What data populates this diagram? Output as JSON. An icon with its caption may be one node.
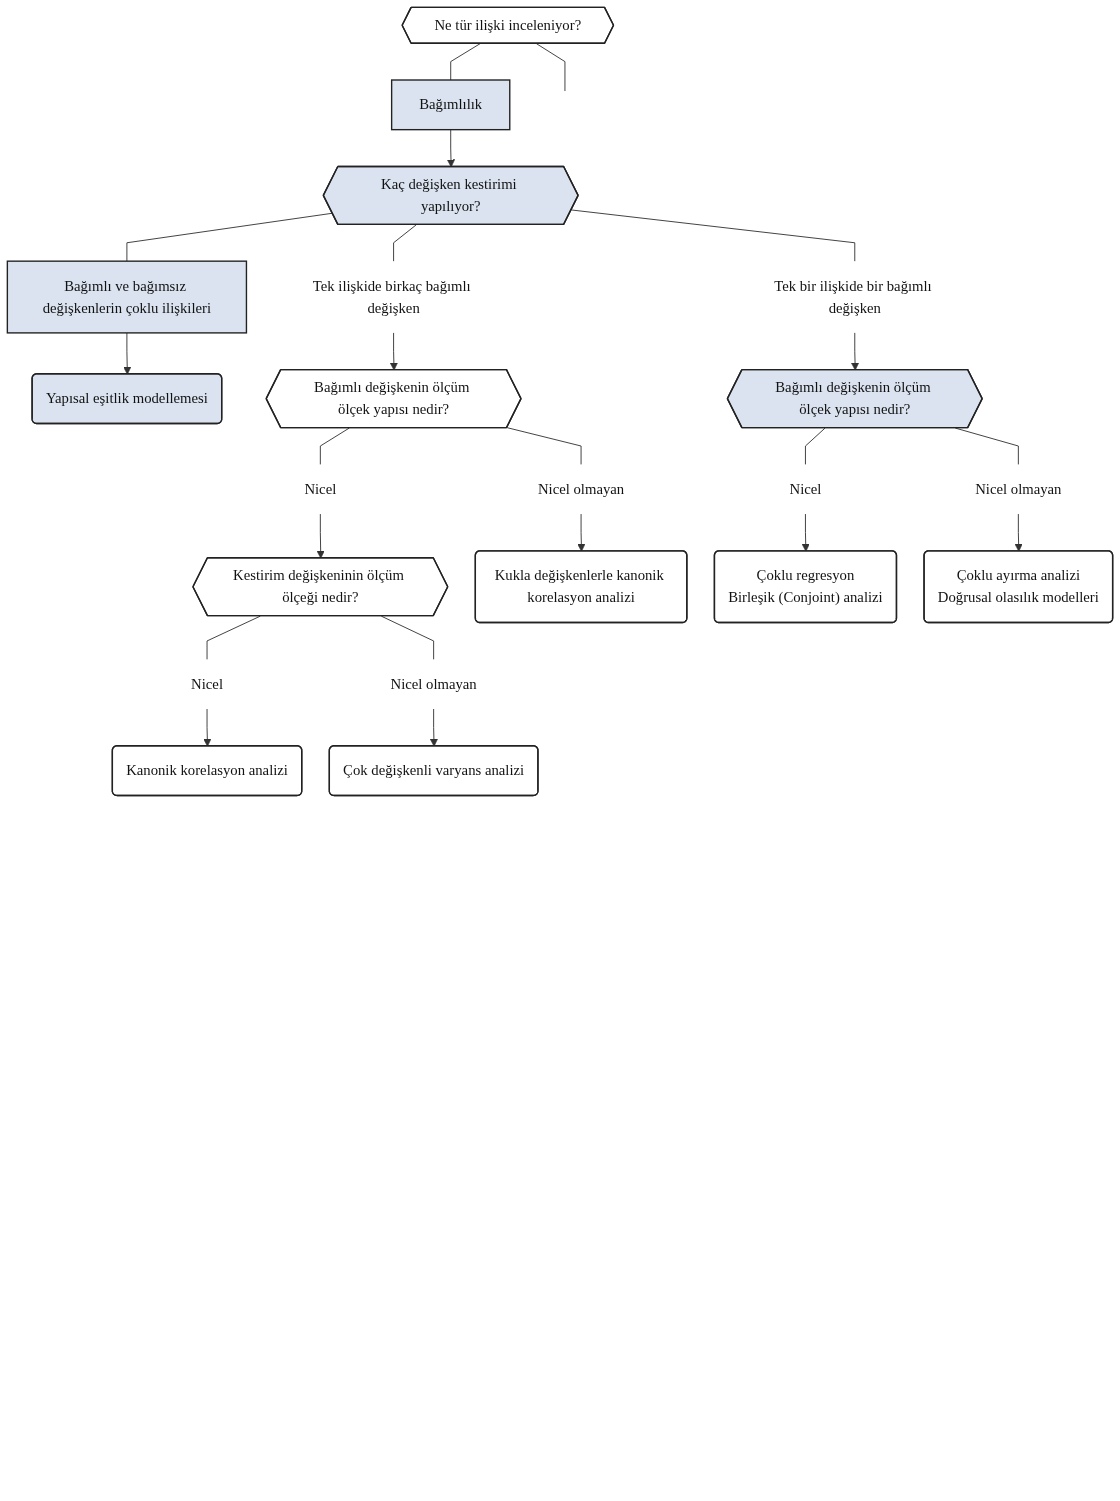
{
  "diagram": {
    "nodes": [
      {
        "text": [
          "Ne tür ilişki inceleniyor?"
        ]
      },
      {
        "text": [
          "Bağımlılık"
        ]
      },
      {
        "text": [
          "Kaç değişken kestirimi yapılıyor?"
        ]
      },
      {
        "text": [
          "Bağımlı ve bağımsız değişkenlerin çoklu ilişkileri"
        ]
      },
      {
        "text": [
          "Tek ilişkide birkaç bağımlı değişken"
        ]
      },
      {
        "text": [
          "Tek bir ilişkide bir bağımlı değişken"
        ]
      },
      {
        "text": [
          "Yapısal eşitlik modellemesi"
        ]
      },
      {
        "text": [
          "Bağımlı değişkenin ölçüm ölçek yapısı nedir?"
        ]
      },
      {
        "text": [
          "Bağımlı değişkenin ölçüm ölçek yapısı nedir?"
        ]
      },
      {
        "text": [
          "Nicel"
        ]
      },
      {
        "text": [
          "Nicel olmayan"
        ]
      },
      {
        "text": [
          "Nicel"
        ]
      },
      {
        "text": [
          "Nicel olmayan"
        ]
      },
      {
        "text": [
          "Kestirim değişkeninin ölçüm ölçeği nedir?"
        ]
      },
      {
        "text": [
          "Kukla değişkenlerle kanonik korelasyon analizi"
        ]
      },
      {
        "text": [
          "Çoklu regresyon",
          "Birleşik (Conjoint) analizi"
        ]
      },
      {
        "text": [
          "Çoklu ayırma analizi",
          "Doğrusal olasılık modelleri"
        ]
      },
      {
        "text": [
          "Nicel"
        ]
      },
      {
        "text": [
          "Nicel olmayan"
        ]
      },
      {
        "text": [
          "Kanonik korelasyon analizi"
        ]
      },
      {
        "text": [
          "Çok değişkenli varyans analizi"
        ]
      }
    ],
    "edges": [
      {
        "from": 0,
        "to": 1,
        "arrow": "none"
      },
      {
        "from": 0,
        "to": null,
        "arrow": "none"
      },
      {
        "from": 1,
        "to": 2,
        "arrow": "to"
      },
      {
        "from": 2,
        "to": 3,
        "arrow": "none"
      },
      {
        "from": 2,
        "to": 4,
        "arrow": "none"
      },
      {
        "from": 2,
        "to": 5,
        "arrow": "none"
      },
      {
        "from": 3,
        "to": 6,
        "arrow": "to"
      },
      {
        "from": 4,
        "to": 7,
        "arrow": "to"
      },
      {
        "from": 5,
        "to": 8,
        "arrow": "to"
      },
      {
        "from": 7,
        "to": 9,
        "arrow": "none"
      },
      {
        "from": 7,
        "to": 10,
        "arrow": "none"
      },
      {
        "from": 8,
        "to": 11,
        "arrow": "none"
      },
      {
        "from": 8,
        "to": 12,
        "arrow": "none"
      },
      {
        "from": 9,
        "to": 13,
        "arrow": "to"
      },
      {
        "from": 10,
        "to": 14,
        "arrow": "to"
      },
      {
        "from": 11,
        "to": 15,
        "arrow": "to"
      },
      {
        "from": 12,
        "to": 16,
        "arrow": "to"
      },
      {
        "from": 13,
        "to": 17,
        "arrow": "none"
      },
      {
        "from": 13,
        "to": 18,
        "arrow": "none"
      },
      {
        "from": 17,
        "to": 19,
        "arrow": "to"
      },
      {
        "from": 18,
        "to": 20,
        "arrow": "to"
      }
    ]
  }
}
